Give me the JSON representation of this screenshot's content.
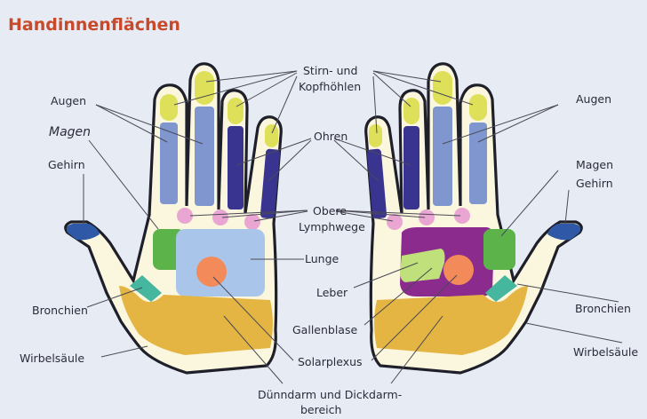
{
  "title": "Handinnenflächen",
  "labels": {
    "stirn": "Stirn- und",
    "kopf": "Kopfhöhlen",
    "augen_left": "Augen",
    "augen_right": "Augen",
    "magen_left": "Magen",
    "magen_right": "Magen",
    "gehirn_left": "Gehirn",
    "gehirn_right": "Gehirn",
    "ohren": "Ohren",
    "obere": "Obere",
    "lymph": "Lymphwege",
    "lunge": "Lunge",
    "leber": "Leber",
    "galle": "Gallenblase",
    "solar": "Solarplexus",
    "bronchien_left": "Bronchien",
    "bronchien_right": "Bronchien",
    "wirbel_left": "Wirbelsäule",
    "wirbel_right": "Wirbelsäule",
    "darm1": "Dünndarm und Dickdarm-",
    "darm2": "bereich"
  },
  "colors": {
    "sinus": "#dfe05a",
    "eyes": "#7f96cf",
    "ears": "#3a3491",
    "lymph": "#e9a6d2",
    "stomach": "#5cb34a",
    "lung": "#a9c6ea",
    "liver": "#8b2b8e",
    "gallbladder": "#bfe07a",
    "solar": "#f28a5a",
    "intestine": "#e4b542",
    "bronchi": "#45b79e",
    "brain": "#2f59a6",
    "title": "#c84a2b"
  }
}
